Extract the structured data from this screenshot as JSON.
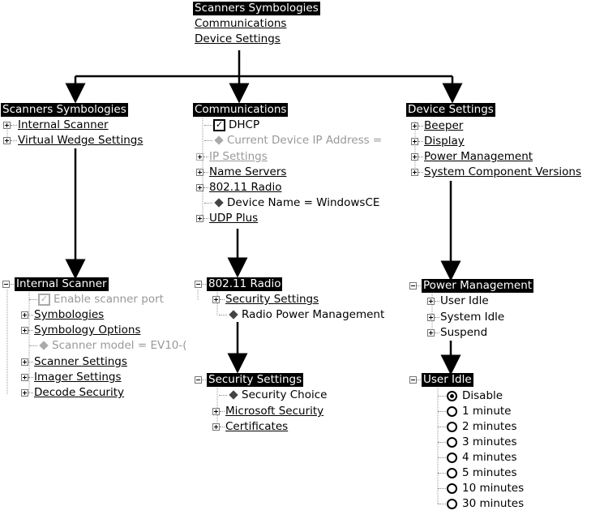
{
  "top": {
    "title": "Scanners Symbologies",
    "items": [
      "Communications",
      "Device Settings"
    ]
  },
  "scanners": {
    "title": "Scanners Symbologies",
    "items": [
      "Internal Scanner",
      "Virtual Wedge Settings"
    ]
  },
  "communications": {
    "title": "Communications",
    "dhcp": "DHCP",
    "ip_address": "Current Device IP Address =",
    "ip_settings": "IP Settings",
    "name_servers": "Name Servers",
    "radio": "802.11 Radio",
    "device_name": "Device Name = WindowsCE",
    "udp_plus": "UDP Plus"
  },
  "device_settings": {
    "title": "Device Settings",
    "items": [
      "Beeper",
      "Display",
      "Power Management",
      "System Component Versions"
    ]
  },
  "internal_scanner": {
    "title": "Internal Scanner",
    "enable_port": "Enable scanner port",
    "symbologies": "Symbologies",
    "symbology_options": "Symbology Options",
    "scanner_model": "Scanner model = EV10-(",
    "scanner_settings": "Scanner Settings",
    "imager_settings": "Imager Settings",
    "decode_security": "Decode Security"
  },
  "radio": {
    "title": "802.11 Radio",
    "security_settings": "Security Settings",
    "radio_power": "Radio Power Management"
  },
  "security": {
    "title": "Security Settings",
    "choice": "Security Choice",
    "microsoft": "Microsoft Security",
    "certificates": "Certificates"
  },
  "power": {
    "title": "Power Management",
    "items": [
      "User Idle",
      "System Idle",
      "Suspend"
    ]
  },
  "user_idle": {
    "title": "User Idle",
    "options": [
      "Disable",
      "1 minute",
      "2 minutes",
      "3 minutes",
      "4 minutes",
      "5 minutes",
      "10 minutes",
      "30 minutes"
    ],
    "selected": "Disable"
  }
}
